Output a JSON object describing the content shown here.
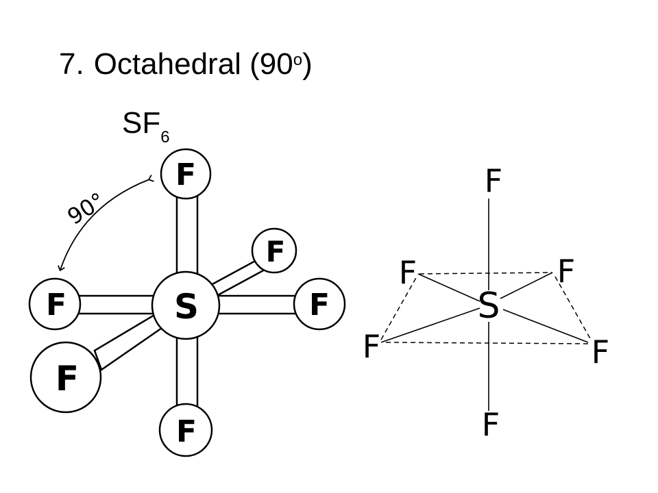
{
  "slide": {
    "title_number": "7.",
    "title_text": "Octahedral (90",
    "title_degree": "o",
    "title_close": ")",
    "formula_main": "SF",
    "formula_sub": "6"
  },
  "ball_and_stick": {
    "center_label": "S",
    "atom_label": "F",
    "angle_label": "90°"
  },
  "line_drawing": {
    "center_label": "S",
    "atom_label": "F"
  }
}
